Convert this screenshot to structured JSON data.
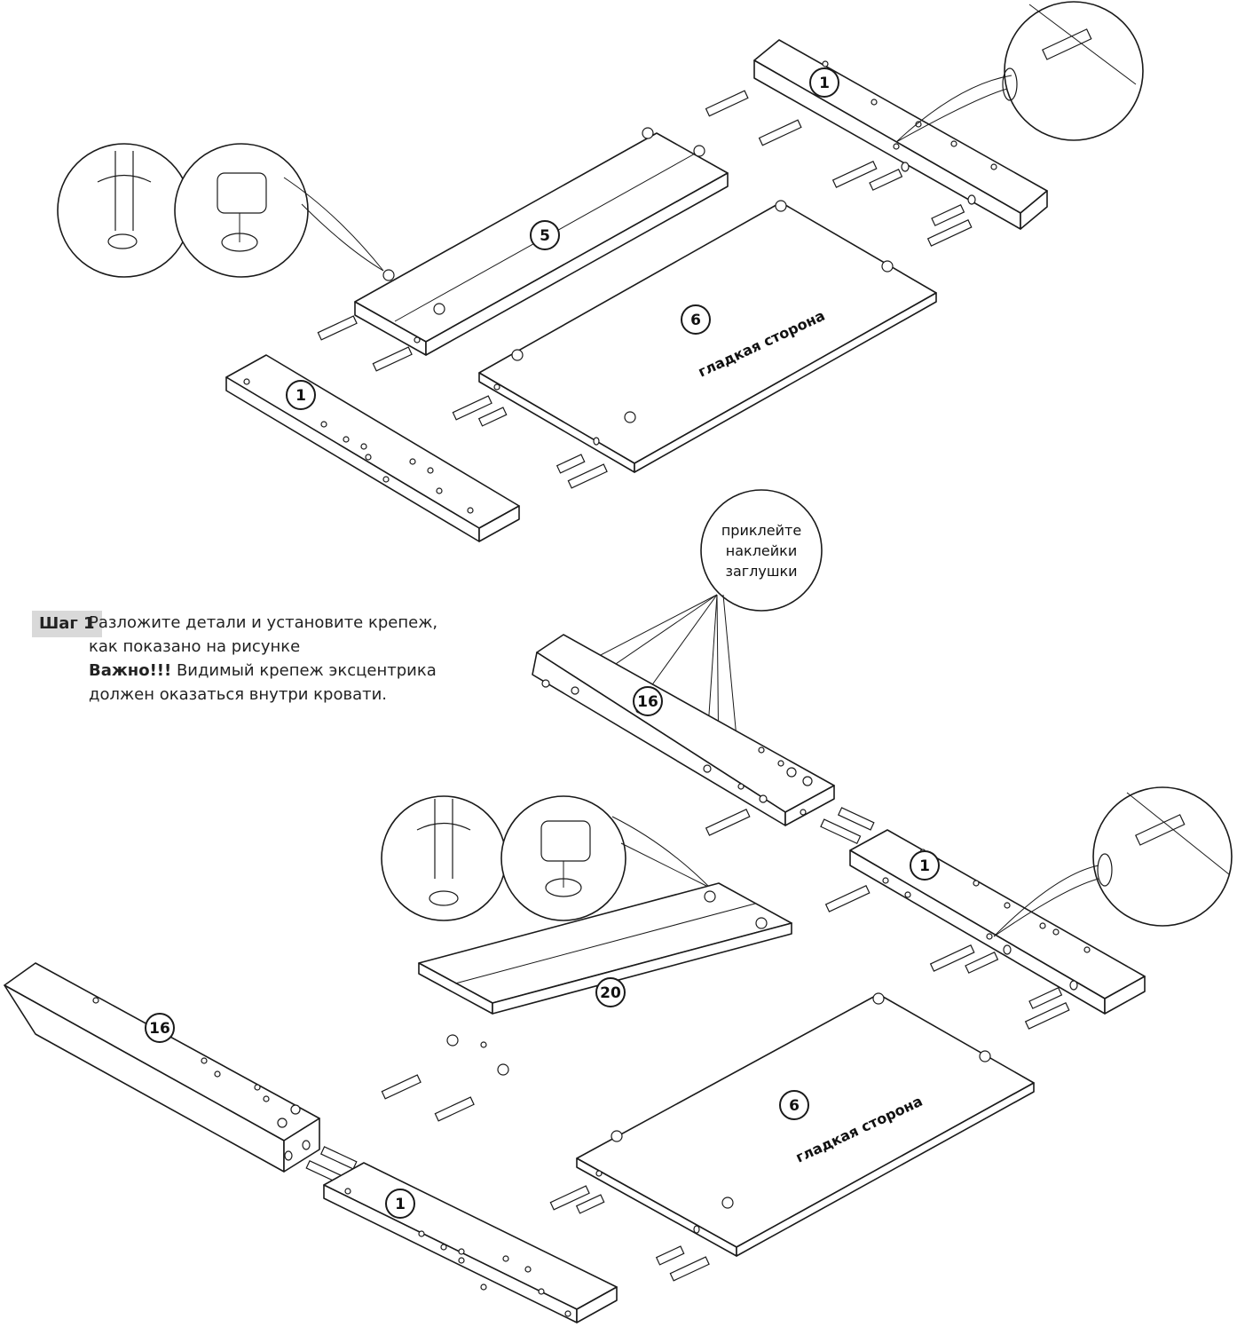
{
  "step": {
    "label": "Шаг 1",
    "line1": "Разложите детали и установите крепеж,",
    "line2": "как показано на рисунке",
    "important_label": "Важно!!!",
    "important_text": " Видимый крепеж эксцентрика",
    "line4": "должен оказаться внутри кровати."
  },
  "callout": {
    "line1": "приклейте",
    "line2": "наклейки",
    "line3": "заглушки"
  },
  "face_label": "гладкая сторона",
  "part_numbers": {
    "rail_top_right": "1",
    "rail_top_left": "1",
    "panel_5": "5",
    "panel_6_top": "6",
    "beam_16_mid": "16",
    "rail_mid_right": "1",
    "panel_20": "20",
    "beam_16_left": "16",
    "rail_bottom": "1",
    "panel_6_bottom": "6"
  }
}
